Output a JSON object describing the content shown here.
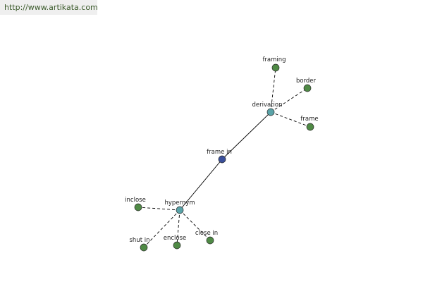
{
  "header": {
    "url": "http://www.artikata.com"
  },
  "colors": {
    "center": "#3a4f9a",
    "relation": "#5aa3a8",
    "leaf": "#4f8a45",
    "edge": "#000000",
    "url_bg": "#efefef"
  },
  "graph": {
    "nodes": [
      {
        "id": "frame-in",
        "label": "frame in",
        "kind": "center"
      },
      {
        "id": "derivation",
        "label": "derivation",
        "kind": "relation"
      },
      {
        "id": "hypernym",
        "label": "hypernym",
        "kind": "relation"
      },
      {
        "id": "framing",
        "label": "framing",
        "kind": "leaf"
      },
      {
        "id": "border",
        "label": "border",
        "kind": "leaf"
      },
      {
        "id": "frame",
        "label": "frame",
        "kind": "leaf"
      },
      {
        "id": "inclose",
        "label": "inclose",
        "kind": "leaf"
      },
      {
        "id": "shut-in",
        "label": "shut in",
        "kind": "leaf"
      },
      {
        "id": "enclose",
        "label": "enclose",
        "kind": "leaf"
      },
      {
        "id": "close-in",
        "label": "close in",
        "kind": "leaf"
      }
    ],
    "edges": [
      {
        "from": "frame-in",
        "to": "derivation",
        "style": "solid"
      },
      {
        "from": "frame-in",
        "to": "hypernym",
        "style": "solid"
      },
      {
        "from": "derivation",
        "to": "framing",
        "style": "dashed"
      },
      {
        "from": "derivation",
        "to": "border",
        "style": "dashed"
      },
      {
        "from": "derivation",
        "to": "frame",
        "style": "dashed"
      },
      {
        "from": "hypernym",
        "to": "inclose",
        "style": "dashed"
      },
      {
        "from": "hypernym",
        "to": "shut-in",
        "style": "dashed"
      },
      {
        "from": "hypernym",
        "to": "enclose",
        "style": "dashed"
      },
      {
        "from": "hypernym",
        "to": "close-in",
        "style": "dashed"
      }
    ]
  }
}
